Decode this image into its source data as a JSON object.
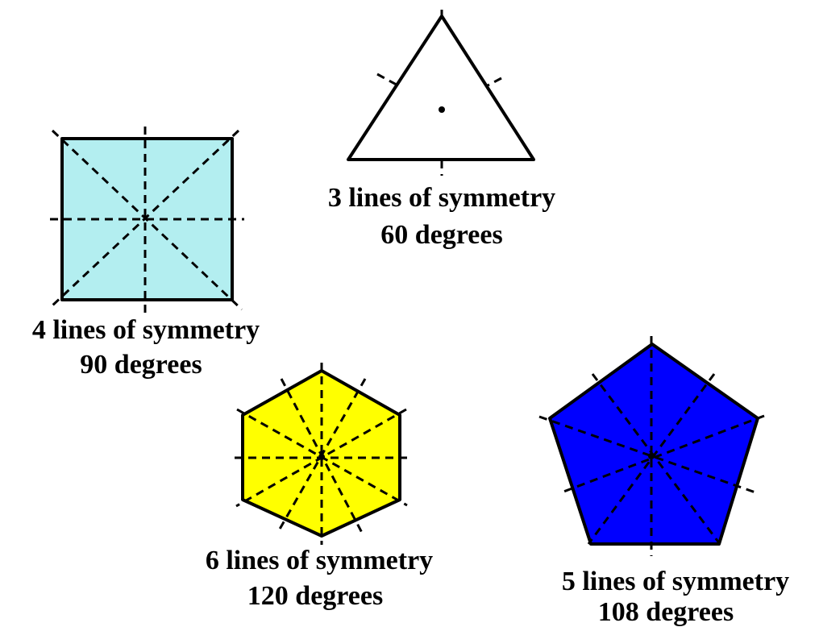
{
  "shapes": [
    {
      "id": "triangle",
      "sides": 3,
      "lines_of_symmetry": 3,
      "label": "3 lines of symmetry",
      "angle_label": "60 degrees",
      "fill": "#ffffff"
    },
    {
      "id": "square",
      "sides": 4,
      "lines_of_symmetry": 4,
      "label": "4 lines of symmetry",
      "angle_label": "90 degrees",
      "fill": "#b3eef0"
    },
    {
      "id": "hexagon",
      "sides": 6,
      "lines_of_symmetry": 6,
      "label": "6 lines of symmetry",
      "angle_label": "120 degrees",
      "fill": "#ffff00"
    },
    {
      "id": "pentagon",
      "sides": 5,
      "lines_of_symmetry": 5,
      "label": "5 lines of symmetry",
      "angle_label": "108 degrees",
      "fill": "#0000ff"
    }
  ]
}
